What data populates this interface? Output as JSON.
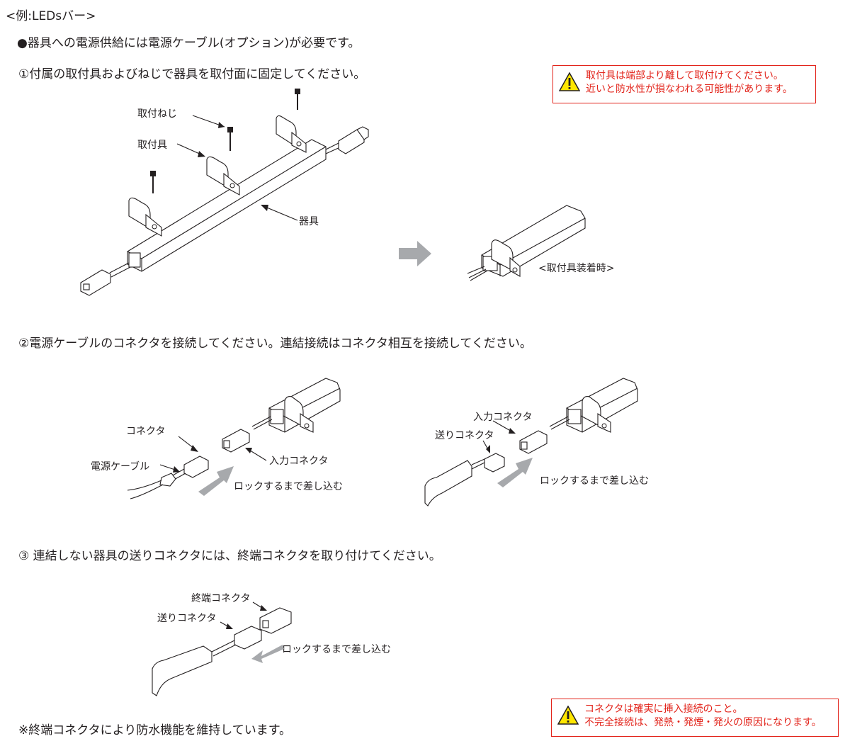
{
  "heading": "<例:LEDsバー>",
  "note_power": "●器具への電源供給には電源ケーブル(オプション)が必要です。",
  "step1": "①付属の取付具およびねじで器具を取付面に固定してください。",
  "step2": "②電源ケーブルのコネクタを接続してください。連結接続はコネクタ相互を接続してください。",
  "step3": "③ 連結しない器具の送りコネクタには、終端コネクタを取り付けてください。",
  "footnote": "※終端コネクタにより防水機能を維持しています。",
  "warning1": {
    "line1": "取付具は端部より離して取付けてください。",
    "line2": "近いと防水性が損なわれる可能性があります。"
  },
  "warning2": {
    "line1": "コネクタは確実に挿入接続のこと。",
    "line2": "不完全接続は、発熱・発煙・発火の原因になります。"
  },
  "fig1": {
    "label_screw": "取付ねじ",
    "label_bracket": "取付具",
    "label_fixture": "器具",
    "label_mounted": "<取付具装着時>"
  },
  "fig2": {
    "label_connector": "コネクタ",
    "label_power_cable": "電源ケーブル",
    "label_input_connector": "入力コネクタ",
    "label_insert_left": "ロックするまで差し込む",
    "label_input_connector_right": "入力コネクタ",
    "label_send_connector": "送りコネクタ",
    "label_insert_right": "ロックするまで差し込む"
  },
  "fig3": {
    "label_terminal_connector": "終端コネクタ",
    "label_send_connector": "送りコネクタ",
    "label_insert": "ロックするまで差し込む"
  },
  "colors": {
    "warning_red": "#e2231a",
    "warning_yellow": "#ffe600",
    "arrow_gray": "#a7a9ac",
    "text": "#231f20"
  }
}
